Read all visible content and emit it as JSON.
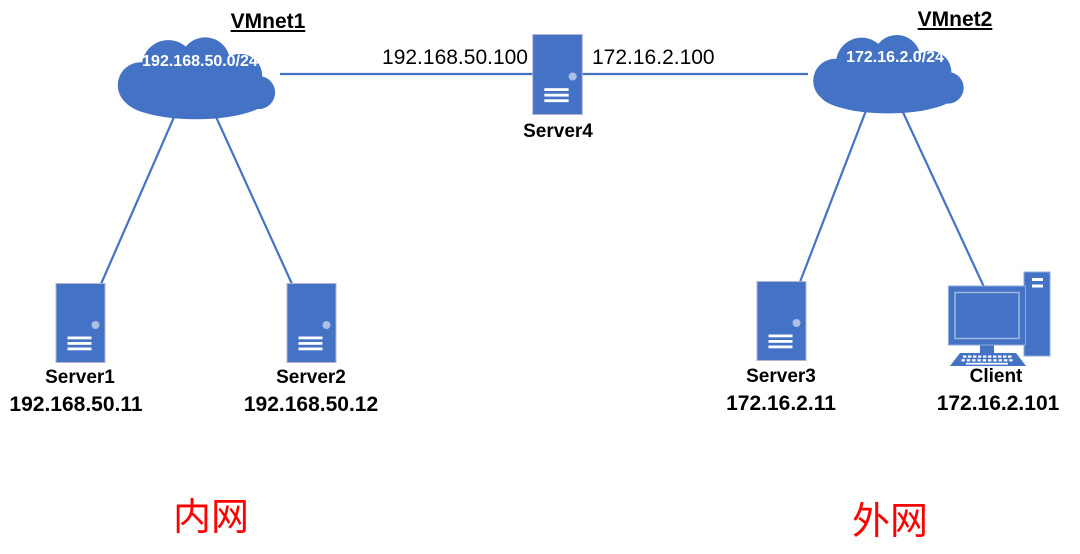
{
  "diagram": {
    "title": "Network topology: internal and external VMnet segments joined by a dual-homed server",
    "colors": {
      "shape_blue": "#4472C4",
      "line_blue": "#4472C4",
      "icon_detail_light": "#AEBFE6",
      "zone_red": "#FF0000",
      "text_black": "#000000"
    },
    "icons": {
      "cloud": "network-cloud-icon",
      "server": "server-tower-icon",
      "desktop": "desktop-computer-icon"
    },
    "networks": [
      {
        "title": "VMnet1",
        "subnet": "192.168.50.0/24",
        "zone_label": "内网"
      },
      {
        "title": "VMnet2",
        "subnet": "172.16.2.0/24",
        "zone_label": "外网"
      }
    ],
    "router": {
      "name": "Server4",
      "left_interface_ip": "192.168.50.100",
      "right_interface_ip": "172.16.2.100"
    },
    "nodes": [
      {
        "name": "Server1",
        "ip": "192.168.50.11",
        "type": "server",
        "network": "VMnet1"
      },
      {
        "name": "Server2",
        "ip": "192.168.50.12",
        "type": "server",
        "network": "VMnet1"
      },
      {
        "name": "Server3",
        "ip": "172.16.2.11",
        "type": "server",
        "network": "VMnet2"
      },
      {
        "name": "Client",
        "ip": "172.16.2.101",
        "type": "desktop",
        "network": "VMnet2"
      }
    ]
  }
}
